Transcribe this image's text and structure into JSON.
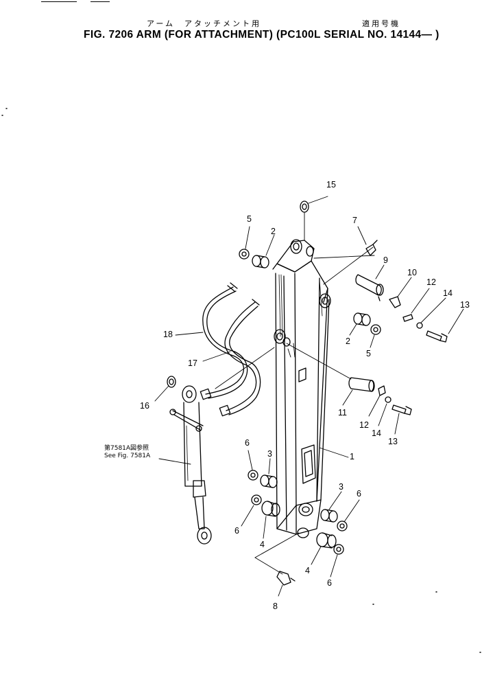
{
  "header": {
    "jp_left": "アーム　アタッチメント用",
    "jp_right": "適用号機",
    "title": "FIG. 7206  ARM  (FOR  ATTACHMENT)  (PC100L  SERIAL  NO. 14144— )"
  },
  "reference": {
    "jp": "第7581A図参照",
    "en": "See Fig. 7581A"
  },
  "callouts": [
    {
      "label": "15"
    },
    {
      "label": "5"
    },
    {
      "label": "2"
    },
    {
      "label": "7"
    },
    {
      "label": "9"
    },
    {
      "label": "10"
    },
    {
      "label": "12"
    },
    {
      "label": "14"
    },
    {
      "label": "13"
    },
    {
      "label": "2"
    },
    {
      "label": "5"
    },
    {
      "label": "18"
    },
    {
      "label": "17"
    },
    {
      "label": "16"
    },
    {
      "label": "11"
    },
    {
      "label": "12"
    },
    {
      "label": "14"
    },
    {
      "label": "13"
    },
    {
      "label": "1"
    },
    {
      "label": "6"
    },
    {
      "label": "3"
    },
    {
      "label": "3"
    },
    {
      "label": "6"
    },
    {
      "label": "6"
    },
    {
      "label": "4"
    },
    {
      "label": "4"
    },
    {
      "label": "6"
    },
    {
      "label": "8"
    }
  ]
}
